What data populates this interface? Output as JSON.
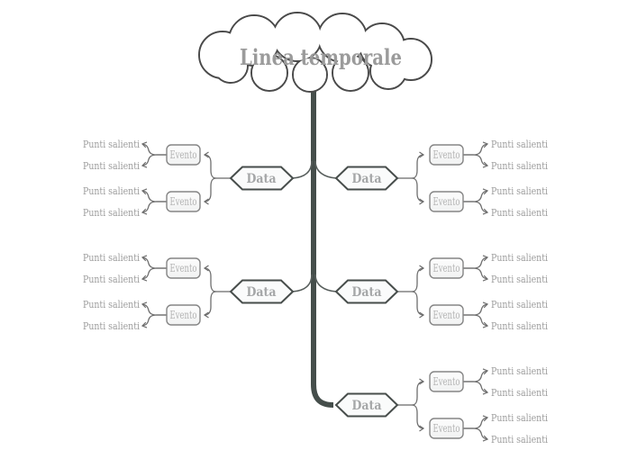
{
  "title": "Linea temporale",
  "branches": [
    {
      "id": "left-1",
      "side": "left",
      "date": "Data",
      "events": [
        {
          "label": "Evento",
          "highlights": [
            "Punti salienti",
            "Punti salienti"
          ]
        },
        {
          "label": "Evento",
          "highlights": [
            "Punti salienti",
            "Punti salienti"
          ]
        }
      ]
    },
    {
      "id": "right-1",
      "side": "right",
      "date": "Data",
      "events": [
        {
          "label": "Evento",
          "highlights": [
            "Punti salienti",
            "Punti salienti"
          ]
        },
        {
          "label": "Evento",
          "highlights": [
            "Punti salienti",
            "Punti salienti"
          ]
        }
      ]
    },
    {
      "id": "left-2",
      "side": "left",
      "date": "Data",
      "events": [
        {
          "label": "Evento",
          "highlights": [
            "Punti salienti",
            "Punti salienti"
          ]
        },
        {
          "label": "Evento",
          "highlights": [
            "Punti salienti",
            "Punti salienti"
          ]
        }
      ]
    },
    {
      "id": "right-2",
      "side": "right",
      "date": "Data",
      "events": [
        {
          "label": "Evento",
          "highlights": [
            "Punti salienti",
            "Punti salienti"
          ]
        },
        {
          "label": "Evento",
          "highlights": [
            "Punti salienti",
            "Punti salienti"
          ]
        }
      ]
    },
    {
      "id": "right-3",
      "side": "right",
      "date": "Data",
      "events": [
        {
          "label": "Evento",
          "highlights": [
            "Punti salienti",
            "Punti salienti"
          ]
        },
        {
          "label": "Evento",
          "highlights": [
            "Punti salienti",
            "Punti salienti"
          ]
        }
      ]
    }
  ],
  "colors": {
    "background": "#ffffff",
    "trunk": "#454e4b",
    "cloud_outline": "#4a4a4a",
    "connector": "#6e6e6e",
    "node_border": "#474d4b",
    "event_border": "#858585",
    "node_fill": "#fafbfb",
    "title_text": "#9b9b9b",
    "date_text": "#a5a7a8",
    "event_text": "#b3b3b3",
    "highlight_text": "#9c9c9c"
  }
}
